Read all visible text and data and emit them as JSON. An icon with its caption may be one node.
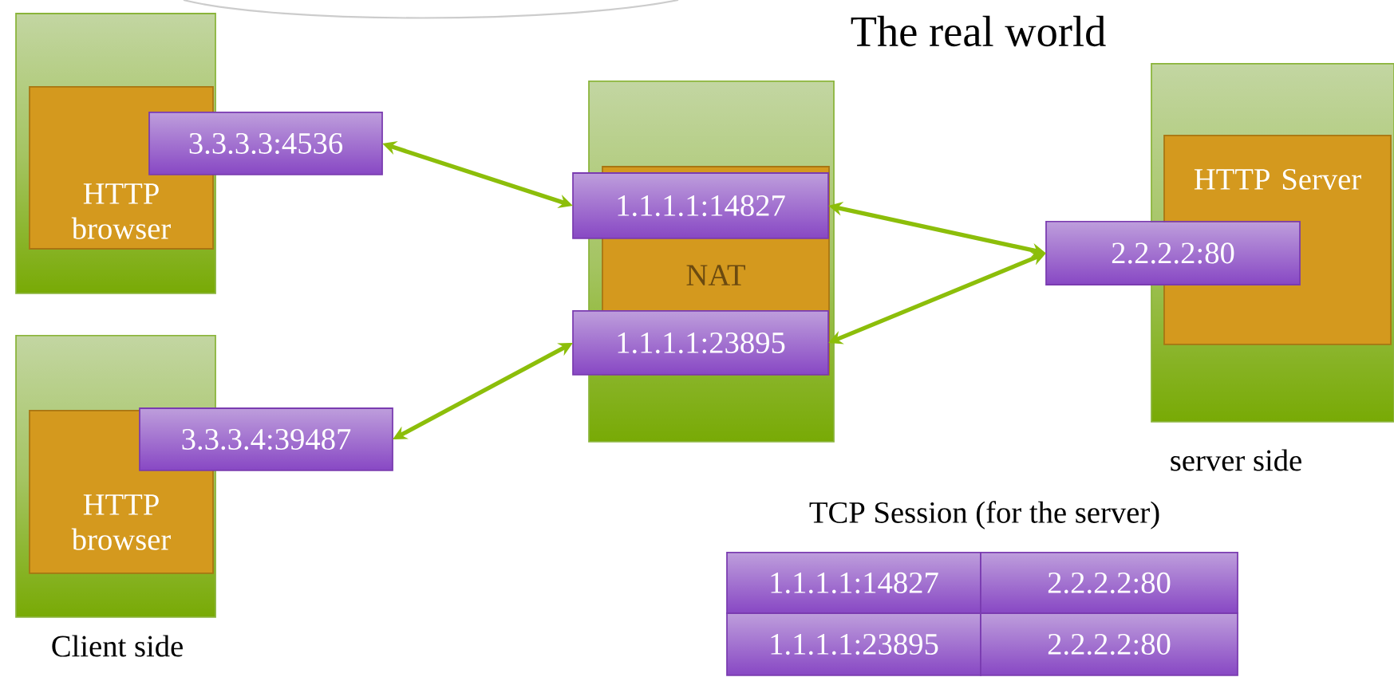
{
  "diagram": {
    "nodes": [
      {
        "text": [],
        "shape": "box"
      },
      {
        "text": [
          "HTTP browser"
        ],
        "in": 0
      },
      {
        "text": [
          "3.3.3.3:4536"
        ]
      },
      {
        "text": [],
        "shape": "box"
      },
      {
        "text": [
          "HTTP browser"
        ],
        "in": 3
      },
      {
        "text": [
          "3.3.3.4:39487"
        ]
      },
      {
        "text": [],
        "shape": "box"
      },
      {
        "text": [
          "NAT"
        ],
        "in": 6
      },
      {
        "text": [
          "1.1.1.1:14827"
        ]
      },
      {
        "text": [
          "1.1.1.1:23895"
        ]
      },
      {
        "text": [],
        "shape": "box"
      },
      {
        "text": [
          "HTTP Server"
        ],
        "in": 10
      },
      {
        "text": [
          "2.2.2.2:80"
        ]
      },
      {
        "text": [
          "1.1.1.1:14827"
        ]
      },
      {
        "text": [
          "2.2.2.2:80"
        ]
      },
      {
        "text": [
          "1.1.1.1:23895"
        ]
      },
      {
        "text": [
          "2.2.2.2:80"
        ]
      }
    ],
    "edges": [
      {
        "from": 2,
        "to": 8,
        "arrow": "both"
      },
      {
        "from": 9,
        "to": 5,
        "arrow": "both"
      },
      {
        "from": 8,
        "to": 12,
        "arrow": "both"
      },
      {
        "from": 9,
        "to": 12,
        "arrow": "both"
      }
    ],
    "labels": [
      "The real world",
      "server side",
      "TCP Session (for the server)",
      "Client side"
    ]
  }
}
